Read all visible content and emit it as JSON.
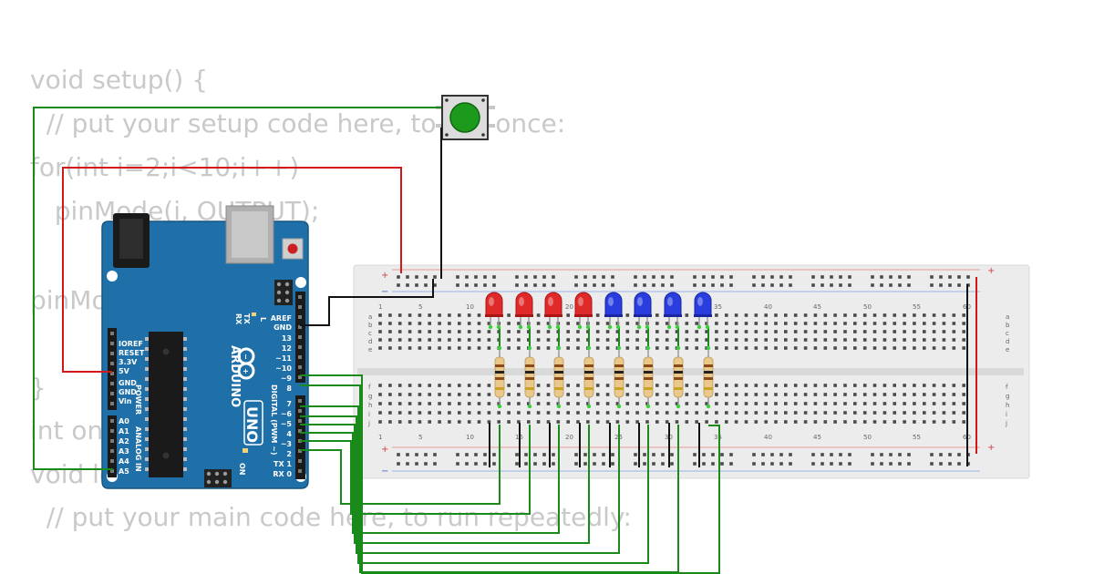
{
  "code": {
    "lines": [
      "void setup() {",
      "  // put your setup code here, to run once:",
      "for(int i=2;i<10;i++)",
      "   pinMode(i, OUTPUT);",
      "pinMode(11, INPUT);",
      "}",
      "int on",
      "void loop() {",
      "  // put your main code here, to run repeatedly:"
    ]
  },
  "arduino": {
    "brand": "ARDUINO",
    "model": "UNO",
    "on_label": "ON",
    "tx_label": "TX",
    "rx_label": "RX",
    "l_label": "L",
    "power_label": "POWER",
    "analog_label": "ANALOG IN",
    "digital_label": "DIGITAL (PWM ~)",
    "power_pins": [
      "IOREF",
      "RESET",
      "3.3V",
      "5V",
      "GND",
      "GND",
      "Vin"
    ],
    "analog_pins": [
      "A0",
      "A1",
      "A2",
      "A3",
      "A4",
      "A5"
    ],
    "digital_top": [
      "AREF",
      "GND",
      "13",
      "12",
      "~11",
      "~10",
      "~9",
      "8"
    ],
    "digital_bottom": [
      "7",
      "~6",
      "~5",
      "4",
      "~3",
      "2",
      "TX 1",
      "RX 0"
    ]
  },
  "breadboard": {
    "column_numbers": [
      "1",
      "5",
      "10",
      "15",
      "20",
      "25",
      "30",
      "35",
      "40",
      "45",
      "50",
      "55",
      "60"
    ],
    "rows_top": [
      "a",
      "b",
      "c",
      "d",
      "e"
    ],
    "rows_bottom": [
      "f",
      "g",
      "h",
      "i",
      "j"
    ],
    "plus": "+",
    "minus": "−"
  },
  "leds": {
    "colors": [
      "red",
      "red",
      "red",
      "red",
      "blue",
      "blue",
      "blue",
      "blue"
    ],
    "hex": {
      "red": "#e02a2a",
      "blue": "#2a3ee0"
    }
  },
  "colors": {
    "wire_green": "#1a8a1a",
    "wire_red": "#d01818",
    "wire_black": "#111111",
    "arduino_blue": "#1f6fa8",
    "button_green": "#1b9a1b",
    "code_text": "#c9c9c9"
  }
}
